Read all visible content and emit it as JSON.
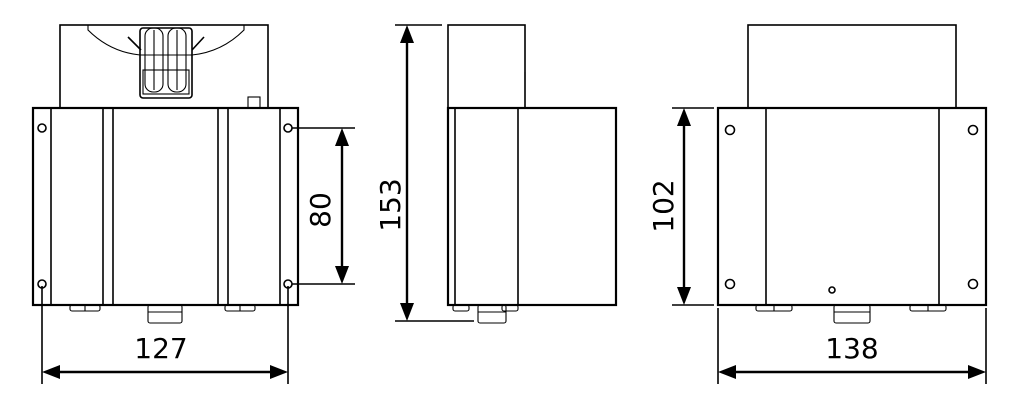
{
  "dimensions": {
    "front_width": "127",
    "hole_spacing": "80",
    "side_height": "153",
    "rear_height": "102",
    "rear_width": "138"
  }
}
